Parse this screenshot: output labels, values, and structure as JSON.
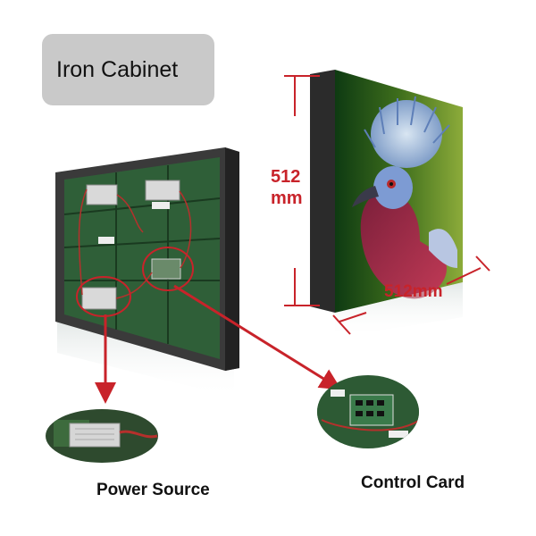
{
  "title": "Iron Cabinet",
  "dimensions": {
    "height_value": "512",
    "height_unit": "mm",
    "width_label": "512mm"
  },
  "callouts": {
    "power": "Power Source",
    "control": "Control Card"
  },
  "colors": {
    "accent": "#c8232a",
    "title_bg": "#c9c9c9",
    "pcb": "#2f5f38",
    "frame": "#3a3a3a"
  }
}
